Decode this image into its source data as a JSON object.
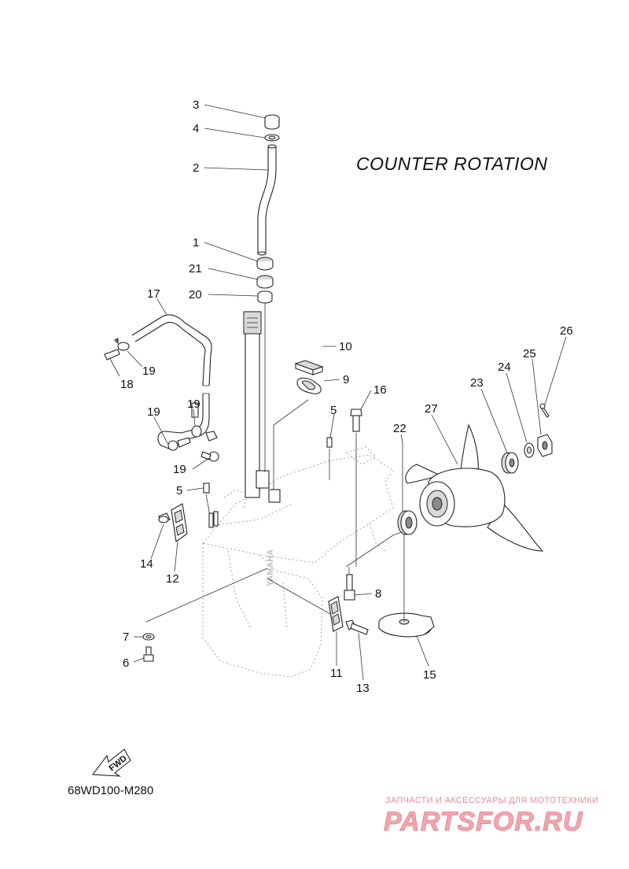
{
  "title": "COUNTER  ROTATION",
  "diagram_code": "68WD100-M280",
  "fwd_label": "FWD",
  "watermark": {
    "tagline": "ЗАПЧАСТИ И АКСЕССУАРЫ ДЛЯ МОТОТЕХНИКИ",
    "brand": "PARTSFOR.RU"
  },
  "callouts": {
    "c1": "1",
    "c2": "2",
    "c3": "3",
    "c4": "4",
    "c5a": "5",
    "c5b": "5",
    "c6": "6",
    "c7": "7",
    "c8": "8",
    "c9": "9",
    "c10": "10",
    "c11": "11",
    "c12": "12",
    "c13": "13",
    "c14": "14",
    "c15": "15",
    "c16": "16",
    "c17": "17",
    "c18": "18",
    "c19a": "19",
    "c19b": "19",
    "c19c": "19",
    "c19d": "19",
    "c20": "20",
    "c21": "21",
    "c22": "22",
    "c23": "23",
    "c24": "24",
    "c25": "25",
    "c26": "26",
    "c27": "27"
  }
}
